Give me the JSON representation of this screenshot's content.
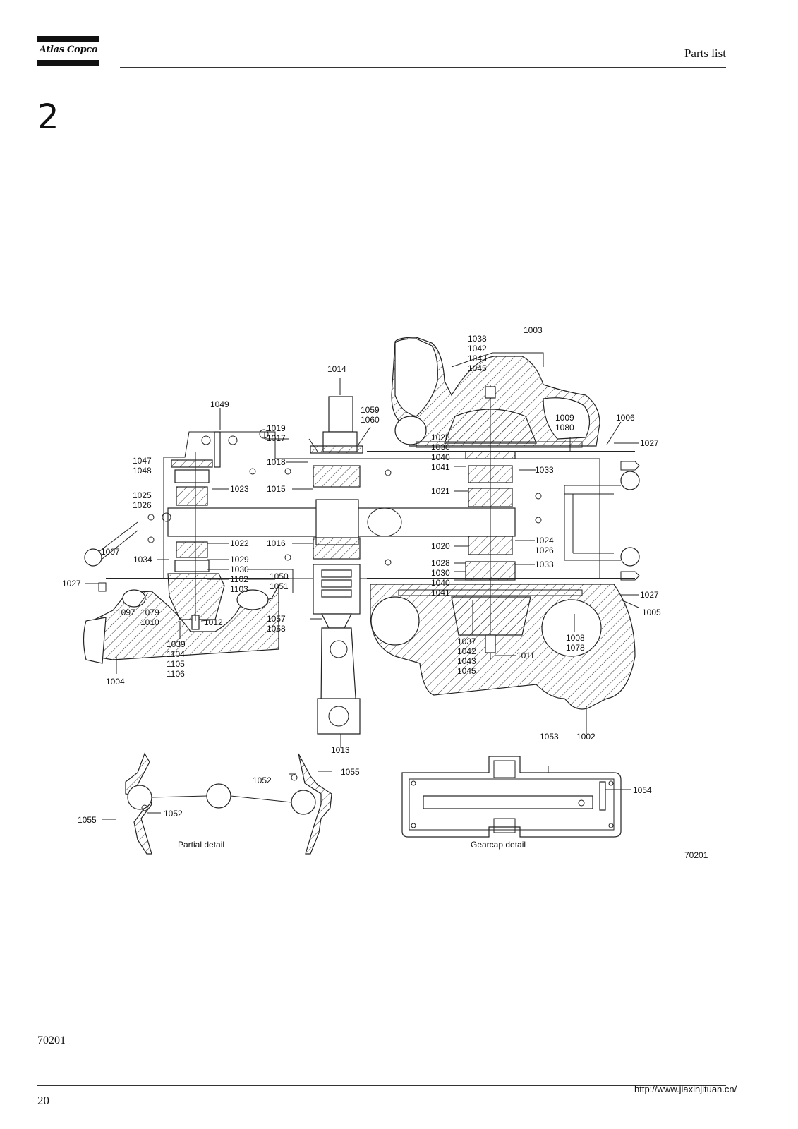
{
  "header": {
    "brand": "Atlas Copco",
    "section_label": "Parts list"
  },
  "page": {
    "section_number": "2",
    "diagram_id": "70201",
    "page_number": "20",
    "footer_url": "http://www.jiaxinjituan.cn/"
  },
  "figure": {
    "drawing_number": "70201",
    "captions": {
      "partial_detail": "Partial detail",
      "gearcap_detail": "Gearcap detail"
    },
    "labels": {
      "l1003": "1003",
      "l1038": "1038",
      "l1042a": "1042",
      "l1043a": "1043",
      "l1045a": "1045",
      "l1014": "1014",
      "l1059": "1059",
      "l1060": "1060",
      "l1049": "1049",
      "l1009": "1009",
      "l1080": "1080",
      "l1006": "1006",
      "l1027a": "1027",
      "l1019": "1019",
      "l1017": "1017",
      "l1018": "1018",
      "l1047": "1047",
      "l1048": "1048",
      "l1028a": "1028",
      "l1030a": "1030",
      "l1040a": "1040",
      "l1041a": "1041",
      "l1033a": "1033",
      "l1023": "1023",
      "l1015": "1015",
      "l1021": "1021",
      "l1025": "1025",
      "l1026a": "1026",
      "l1022": "1022",
      "l1016": "1016",
      "l1020": "1020",
      "l1024": "1024",
      "l1026b": "1026",
      "l1007": "1007",
      "l1034": "1034",
      "l1029": "1029",
      "l1028b": "1028",
      "l1033b": "1033",
      "l1030b": "1030",
      "l1050": "1050",
      "l1030c": "1030",
      "l1027b": "1027",
      "l1102": "1102",
      "l1051": "1051",
      "l1040b": "1040",
      "l1103": "1103",
      "l1041b": "1041",
      "l1027c": "1027",
      "l1097": "1097",
      "l1079": "1079",
      "l1005": "1005",
      "l1010": "1010",
      "l1012": "1012",
      "l1057": "1057",
      "l1058": "1058",
      "l1008": "1008",
      "l1078": "1078",
      "l1037": "1037",
      "l1039": "1039",
      "l1104": "1104",
      "l1105": "1105",
      "l1106": "1106",
      "l1042b": "1042",
      "l1043b": "1043",
      "l1045b": "1045",
      "l1011": "1011",
      "l1004": "1004",
      "l1053": "1053",
      "l1002": "1002",
      "l1013": "1013",
      "l1055a": "1055",
      "l1052a": "1052",
      "l1054": "1054",
      "l1052b": "1052",
      "l1055b": "1055"
    }
  }
}
